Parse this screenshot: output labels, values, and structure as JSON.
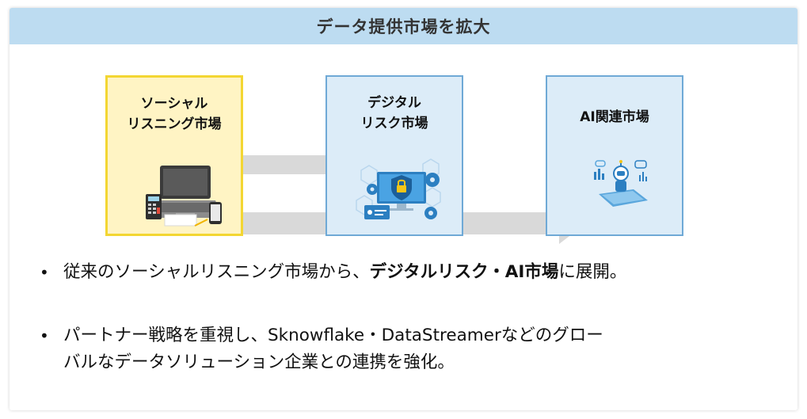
{
  "header": {
    "title": "データ提供市場を拡大"
  },
  "markets": [
    {
      "label_line1": "ソーシャル",
      "label_line2": "リスニング市場",
      "illustration": "laptop-calculator-phone-icon"
    },
    {
      "label_line1": "デジタル",
      "label_line2": "リスク市場",
      "illustration": "security-shield-monitor-icon"
    },
    {
      "label_line1": "AI関連市場",
      "illustration": "ai-robot-tablet-icon"
    }
  ],
  "bullets": [
    {
      "pre": "従来のソーシャルリスニング市場から、",
      "bold": "デジタルリスク・AI市場",
      "post": "に展開。"
    },
    {
      "line1": "パートナー戦略を重視し、Sknowflake・DataStreamerなどのグロー",
      "line2": "バルなデータソリューション企業との連携を強化。"
    }
  ],
  "colors": {
    "header_bg": "#bddcf1",
    "social_fill": "#fff4c4",
    "social_border": "#f3d632",
    "blue_fill": "#dcecf8",
    "blue_border": "#6fa9d6",
    "arrow": "#d9d9d9"
  }
}
